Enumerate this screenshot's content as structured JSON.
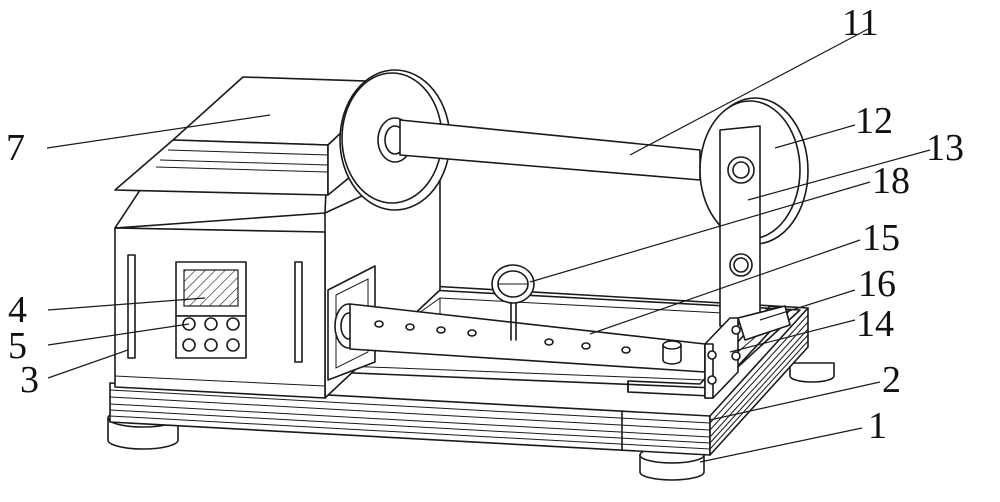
{
  "labels": {
    "l1": "1",
    "l2": "2",
    "l3": "3",
    "l4": "4",
    "l5": "5",
    "l7": "7",
    "l11": "11",
    "l12": "12",
    "l13": "13",
    "l14": "14",
    "l15": "15",
    "l16": "16",
    "l18": "18"
  }
}
